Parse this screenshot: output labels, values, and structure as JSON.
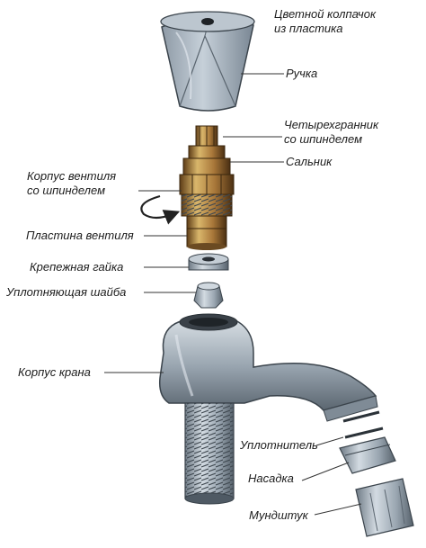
{
  "labels": {
    "cap": [
      "Цветной колпачок",
      "из пластика"
    ],
    "handle": "Ручка",
    "spindle_square": [
      "Четырехгранник",
      "со шпинделем"
    ],
    "gland": "Сальник",
    "valve_body": [
      "Корпус вентиля",
      "со шпинделем"
    ],
    "valve_plate": "Пластина вентиля",
    "fixing_nut": "Крепежная гайка",
    "sealing_washer": "Уплотняющая шайба",
    "tap_body": "Корпус крана",
    "seal": "Уплотнитель",
    "nozzle": "Насадка",
    "mouthpiece": "Мундштук"
  },
  "colors": {
    "metal_light": "#c9d2da",
    "metal_mid": "#8f9ca8",
    "metal_dark": "#4f5a64",
    "brass_light": "#d9b66b",
    "brass_mid": "#a9783a",
    "brass_dark": "#5e3d17",
    "leader": "#333333"
  },
  "icons": {
    "rotation": "rotation-arrow-icon"
  }
}
